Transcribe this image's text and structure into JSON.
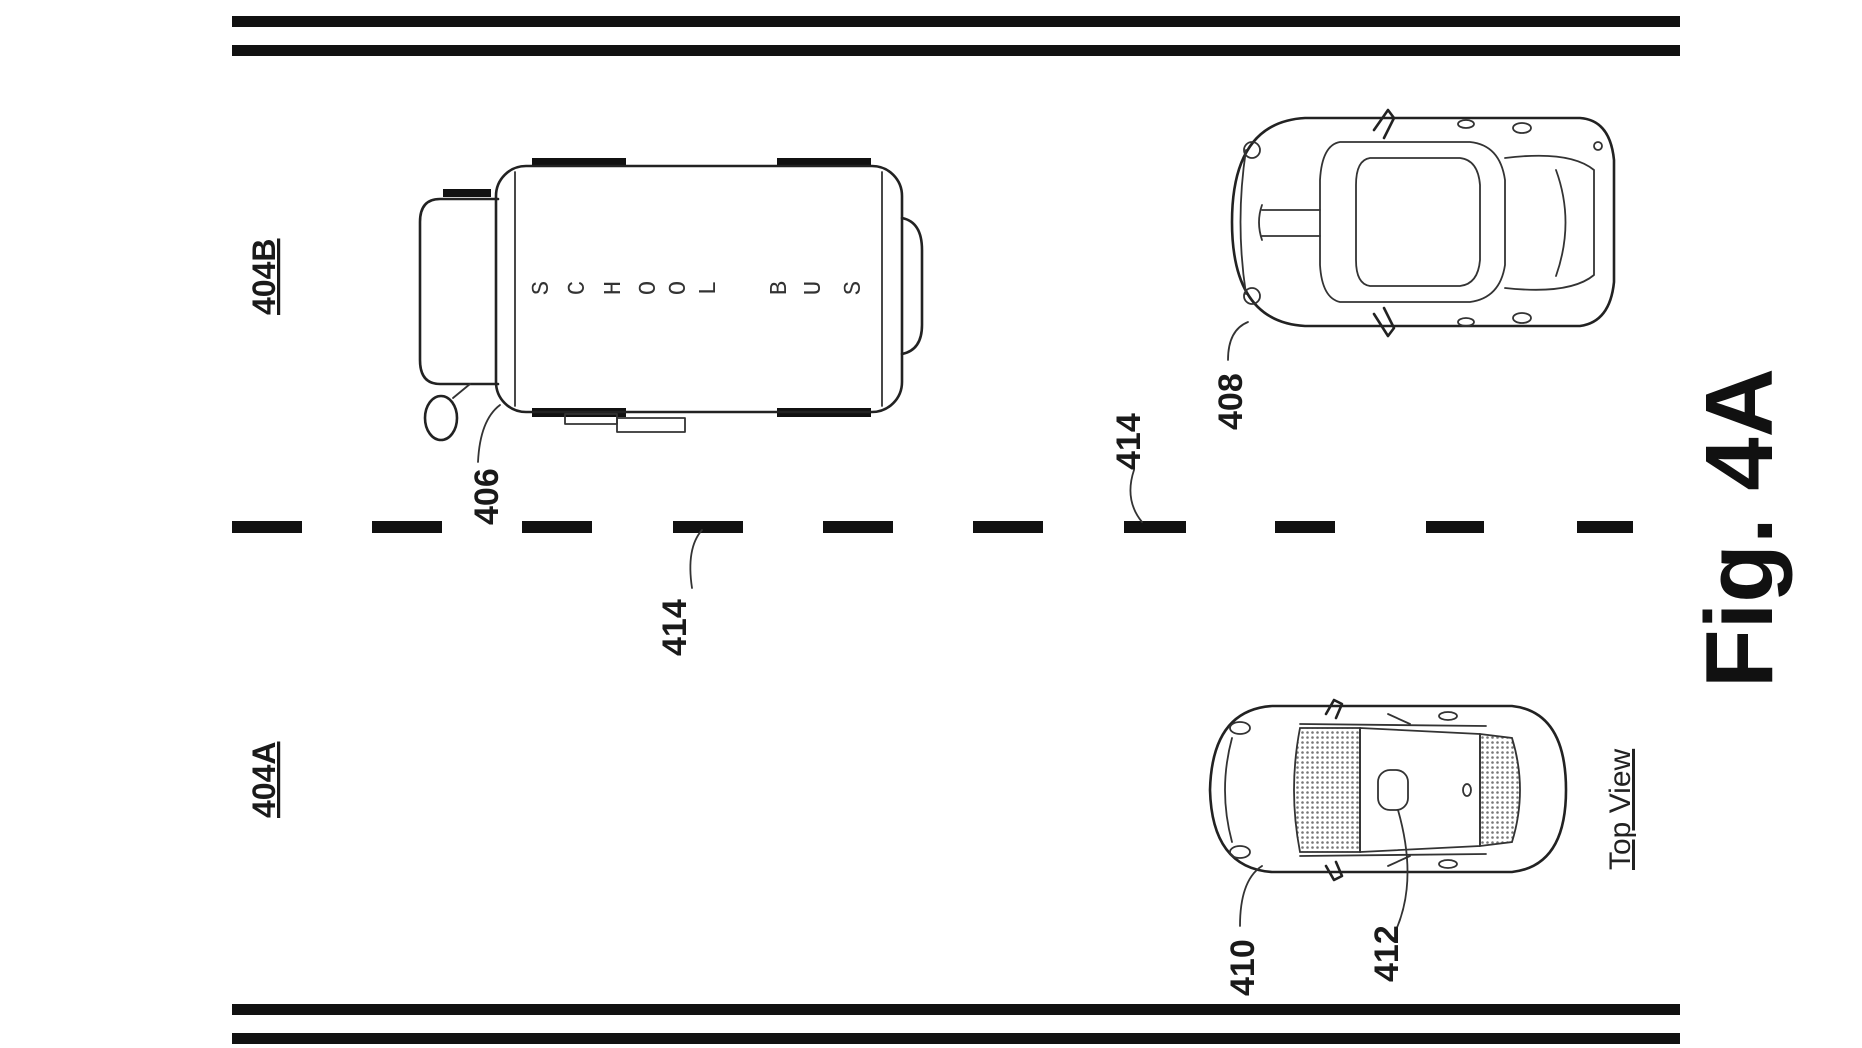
{
  "figure": {
    "title": "Fig. 4A",
    "view_label": "Top View"
  },
  "lanes": {
    "upper_label": "404B",
    "lower_label": "404A"
  },
  "school_bus": {
    "ref": "406",
    "letters": [
      "S",
      "C",
      "H",
      "O",
      "O",
      "L",
      "B",
      "U",
      "S"
    ]
  },
  "vehicles": {
    "upper_car_ref": "408",
    "lower_car_ref": "410",
    "sensor_ref": "412"
  },
  "lane_marker": {
    "ref_left": "414",
    "ref_right": "414"
  },
  "colors": {
    "line": "#111111",
    "background": "#ffffff",
    "shading": "#8c8c8c"
  }
}
